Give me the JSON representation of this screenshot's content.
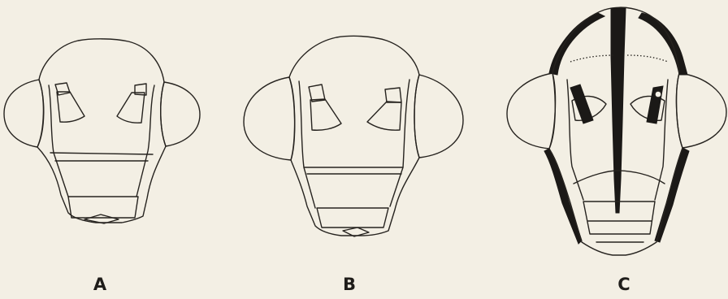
{
  "figure": {
    "panels": [
      {
        "id": "A",
        "label": "A"
      },
      {
        "id": "B",
        "label": "B"
      },
      {
        "id": "C",
        "label": "C"
      }
    ],
    "colors": {
      "background": "#f3efe4",
      "ink": "#26231f"
    }
  }
}
